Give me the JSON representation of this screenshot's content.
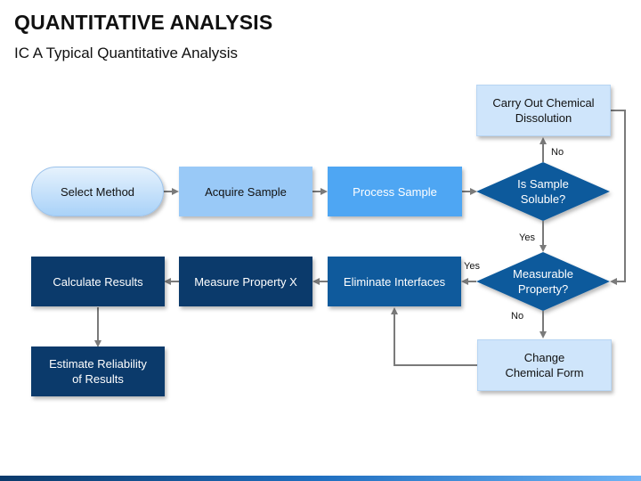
{
  "header": {
    "title": "QUANTITATIVE ANALYSIS",
    "subtitle": "IC A Typical Quantitative Analysis"
  },
  "nodes": {
    "select_method": "Select Method",
    "acquire_sample": "Acquire Sample",
    "process_sample": "Process Sample",
    "is_sample_soluble": "Is Sample\nSoluble?",
    "carry_out_dissolution": "Carry Out Chemical\nDissolution",
    "measurable_property": "Measurable\nProperty?",
    "change_chemical_form": "Change\nChemical Form",
    "eliminate_interfaces": "Eliminate Interfaces",
    "measure_property_x": "Measure Property X",
    "calculate_results": "Calculate Results",
    "estimate_reliability": "Estimate Reliability\nof Results"
  },
  "edge_labels": {
    "soluble_no": "No",
    "soluble_yes": "Yes",
    "measurable_yes": "Yes",
    "measurable_no": "No"
  },
  "colors": {
    "arrow": "#7a7a7a",
    "diamond": "#0f5a9c"
  }
}
